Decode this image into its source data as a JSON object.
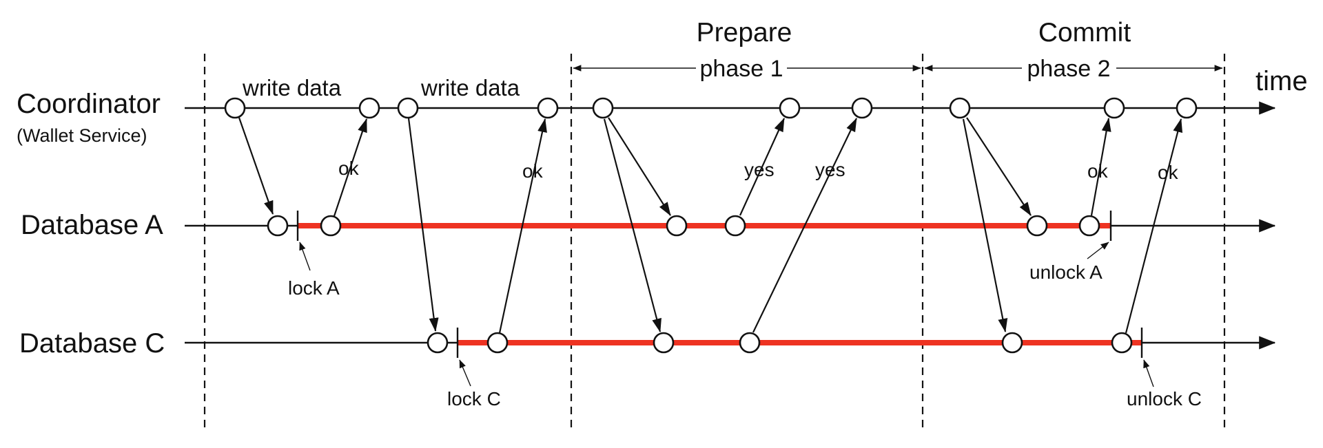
{
  "lanes": {
    "coordinator": {
      "label": "Coordinator",
      "sublabel": "(Wallet Service)"
    },
    "database_a": {
      "label": "Database A"
    },
    "database_c": {
      "label": "Database C"
    }
  },
  "time_label": "time",
  "phases": {
    "prepare": {
      "title": "Prepare",
      "label": "phase 1"
    },
    "commit": {
      "title": "Commit",
      "label": "phase 2"
    }
  },
  "messages": {
    "write_a": "write data",
    "ok_a": "ok",
    "write_c": "write data",
    "ok_c": "ok",
    "yes_a": "yes",
    "yes_c": "yes",
    "commit_ok_a": "ok",
    "commit_ok_c": "ok"
  },
  "annotations": {
    "lock_a": "lock A",
    "lock_c": "lock C",
    "unlock_a": "unlock A",
    "unlock_c": "unlock C"
  },
  "colors": {
    "lock_bar": "#ee3322",
    "line": "#111111"
  }
}
